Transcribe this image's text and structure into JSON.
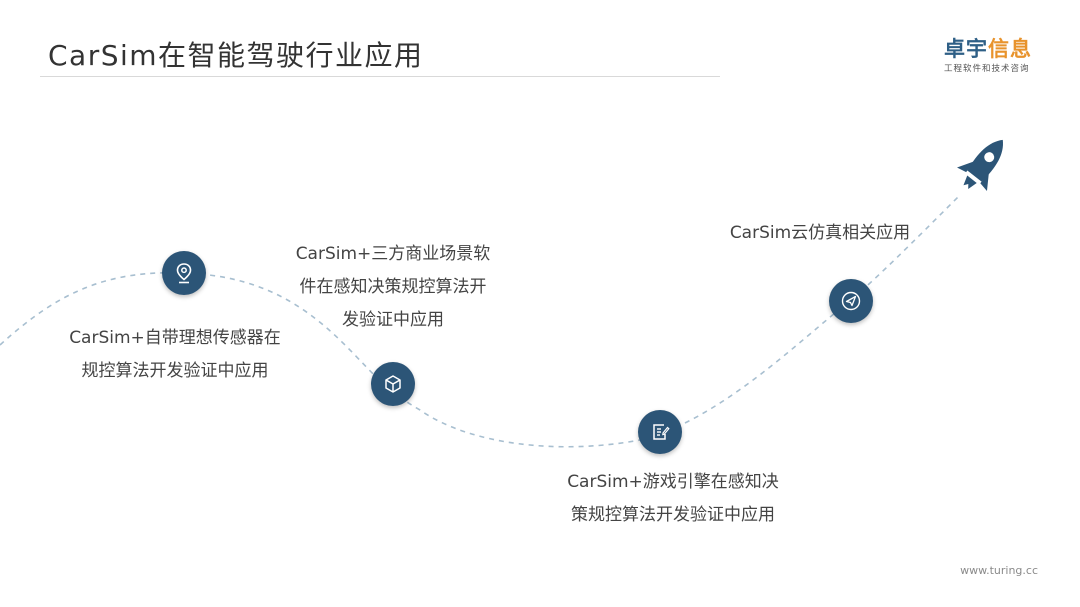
{
  "title": "CarSim在智能驾驶行业应用",
  "logo": {
    "name_part1": "卓宇",
    "name_part2": "信息",
    "tagline": "工程软件和技术咨询"
  },
  "milestones": [
    {
      "icon": "location-pin-icon",
      "lines": [
        "CarSim+自带理想传感器在",
        "规控算法开发验证中应用"
      ]
    },
    {
      "icon": "cube-icon",
      "lines": [
        "CarSim+三方商业场景软",
        "件在感知决策规控算法开",
        "发验证中应用"
      ]
    },
    {
      "icon": "document-edit-icon",
      "lines": [
        "CarSim+游戏引擎在感知决",
        "策规控算法开发验证中应用"
      ]
    },
    {
      "icon": "paper-plane-icon",
      "lines": [
        "CarSim云仿真相关应用"
      ]
    }
  ],
  "footer": "www.turing.cc",
  "colors": {
    "node": "#2c5577",
    "path": "#a8bfd0",
    "logo_blue": "#2e5f86",
    "logo_orange": "#e8932c"
  },
  "decorations": {
    "rocket": "rocket-icon"
  }
}
